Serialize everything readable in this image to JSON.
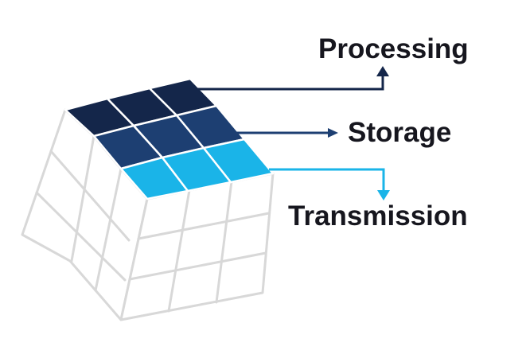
{
  "labels": {
    "processing": "Processing",
    "storage": "Storage",
    "transmission": "Transmission"
  },
  "colors": {
    "processing": "#14264a",
    "storage": "#1d3f72",
    "transmission": "#1ab4e8",
    "cube_lines": "#d8d8d8",
    "text": "#16161e"
  }
}
